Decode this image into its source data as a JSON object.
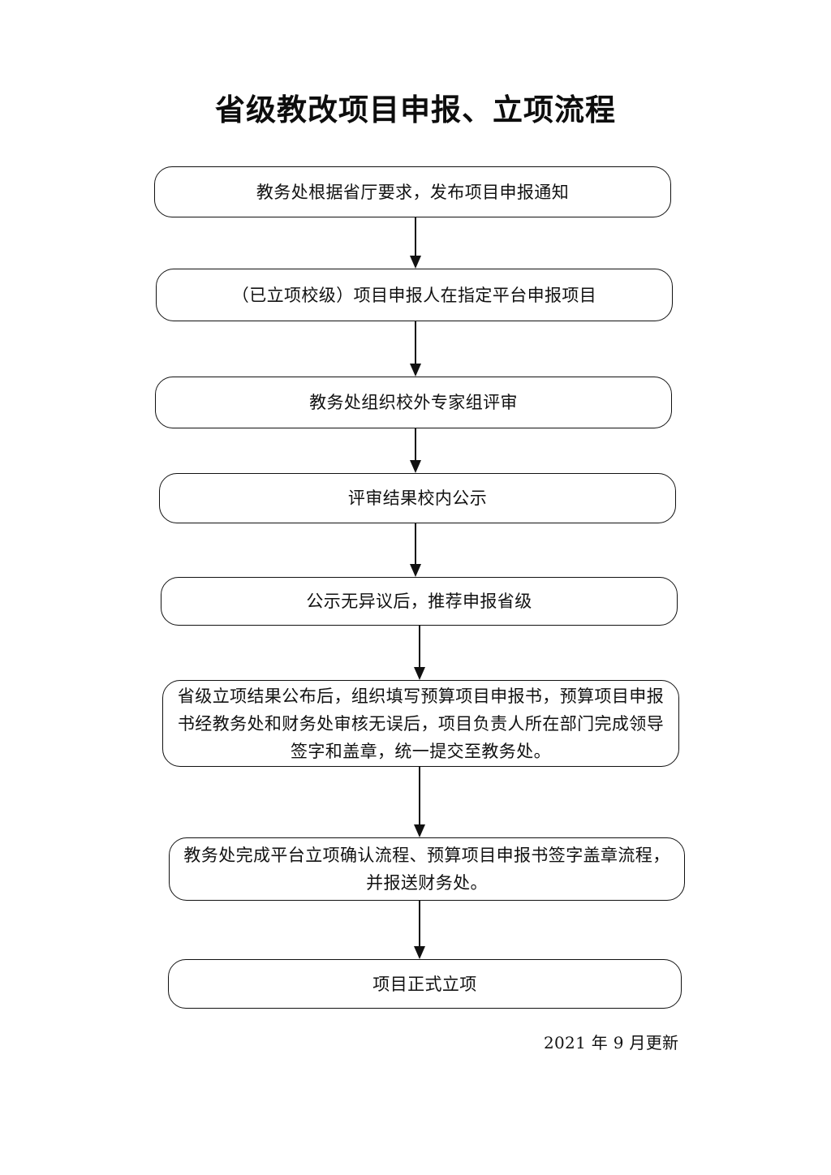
{
  "document": {
    "title": "省级教改项目申报、立项流程",
    "footer_note": "2021 年 9 月更新"
  },
  "flowchart": {
    "type": "flowchart",
    "orientation": "vertical-top-to-bottom",
    "node_shape": "rounded-rectangle",
    "connector": "down-arrow",
    "nodes": [
      {
        "id": "step-1",
        "index": 1,
        "text": "教务处根据省厅要求，发布项目申报通知",
        "lines": 1
      },
      {
        "id": "step-2",
        "index": 2,
        "text": "（已立项校级）项目申报人在指定平台申报项目",
        "lines": 1
      },
      {
        "id": "step-3",
        "index": 3,
        "text": "教务处组织校外专家组评审",
        "lines": 1
      },
      {
        "id": "step-4",
        "index": 4,
        "text": "评审结果校内公示",
        "lines": 1
      },
      {
        "id": "step-5",
        "index": 5,
        "text": "公示无异议后，推荐申报省级",
        "lines": 1
      },
      {
        "id": "step-6",
        "index": 6,
        "text": "省级立项结果公布后，组织填写预算项目申报书，预算项目申报书经教务处和财务处审核无误后，项目负责人所在部门完成领导签字和盖章，统一提交至教务处。",
        "lines": 3
      },
      {
        "id": "step-7",
        "index": 7,
        "text": "教务处完成平台立项确认流程、预算项目申报书签字盖章流程，并报送财务处。",
        "lines": 2
      },
      {
        "id": "step-8",
        "index": 8,
        "text": "项目正式立项",
        "lines": 1
      }
    ],
    "edges": [
      {
        "from": "step-1",
        "to": "step-2"
      },
      {
        "from": "step-2",
        "to": "step-3"
      },
      {
        "from": "step-3",
        "to": "step-4"
      },
      {
        "from": "step-4",
        "to": "step-5"
      },
      {
        "from": "step-5",
        "to": "step-6"
      },
      {
        "from": "step-6",
        "to": "step-7"
      },
      {
        "from": "step-7",
        "to": "step-8"
      }
    ]
  },
  "colors": {
    "page_background": "#ffffff",
    "ink": "#111111",
    "border": "#111111"
  }
}
